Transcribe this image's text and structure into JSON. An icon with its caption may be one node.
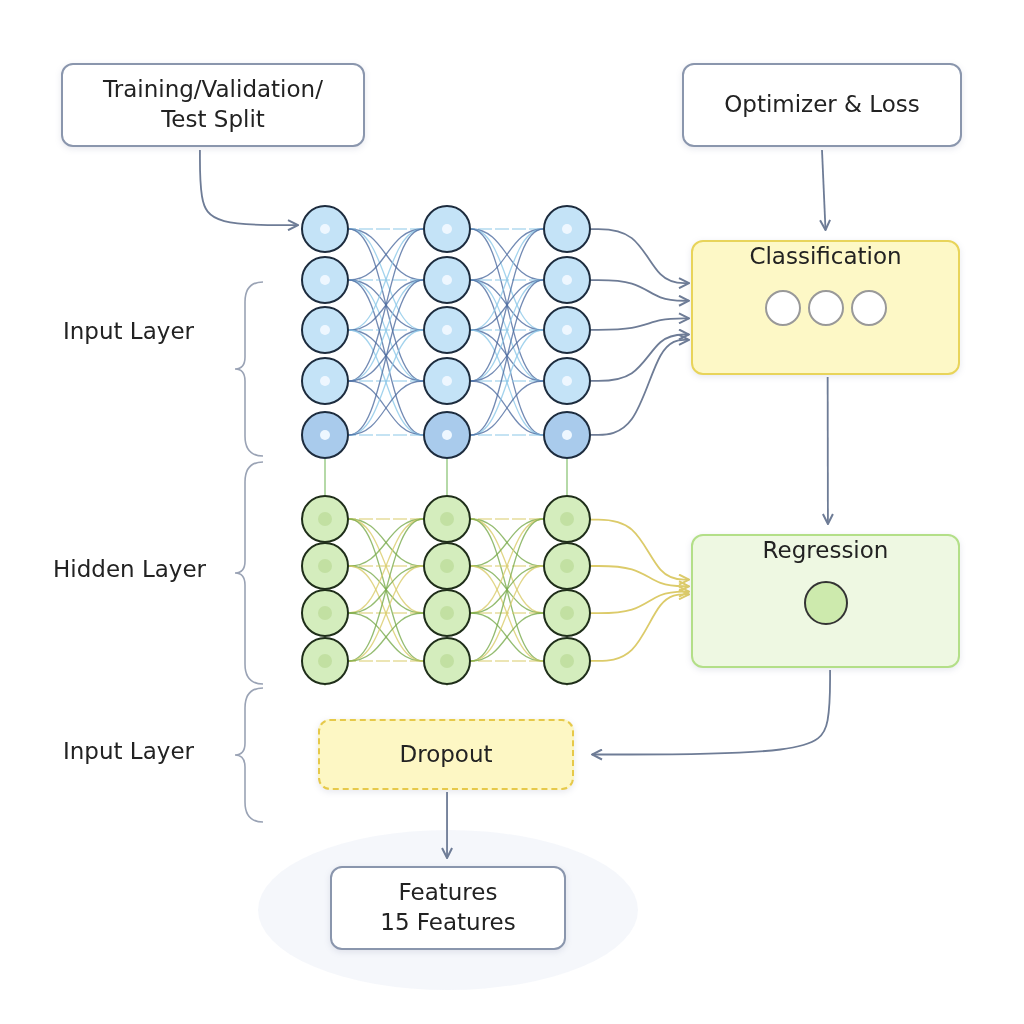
{
  "diagram": {
    "nodes": [
      {
        "text": [
          "Training/Validation/ Test Split"
        ]
      },
      {
        "text": [
          "Optimizer & Loss"
        ]
      },
      {
        "text": [
          "Classification"
        ]
      },
      {
        "text": [
          "Regression"
        ]
      },
      {
        "text": [
          "Dropout"
        ]
      },
      {
        "text": [
          "Features",
          "15 Features"
        ]
      },
      {
        "text": [],
        "shape": "picture"
      }
    ],
    "edges": [
      {
        "from": 0,
        "to": 6,
        "arrow": "to"
      },
      {
        "from": 1,
        "to": 2,
        "arrow": "to"
      },
      {
        "from": 6,
        "to": 2,
        "arrow": "to"
      },
      {
        "from": 6,
        "to": 2,
        "arrow": "to"
      },
      {
        "from": 6,
        "to": 2,
        "arrow": "to"
      },
      {
        "from": 6,
        "to": 2,
        "arrow": "to"
      },
      {
        "from": 6,
        "to": 2,
        "arrow": "to"
      },
      {
        "from": 6,
        "to": 3,
        "arrow": "to",
        "color": "#dccb6a"
      },
      {
        "from": 6,
        "to": 3,
        "arrow": "to",
        "color": "#dccb6a"
      },
      {
        "from": 6,
        "to": 3,
        "arrow": "to",
        "color": "#dccb6a"
      },
      {
        "from": 6,
        "to": 3,
        "arrow": "to",
        "color": "#dccb6a"
      },
      {
        "from": 2,
        "to": 3,
        "arrow": "to"
      },
      {
        "from": 3,
        "to": 4,
        "arrow": "to"
      },
      {
        "from": 4,
        "to": 5,
        "arrow": "to"
      }
    ],
    "labels": [
      "Input Layer",
      "Hidden Layer",
      "Input Layer"
    ]
  }
}
